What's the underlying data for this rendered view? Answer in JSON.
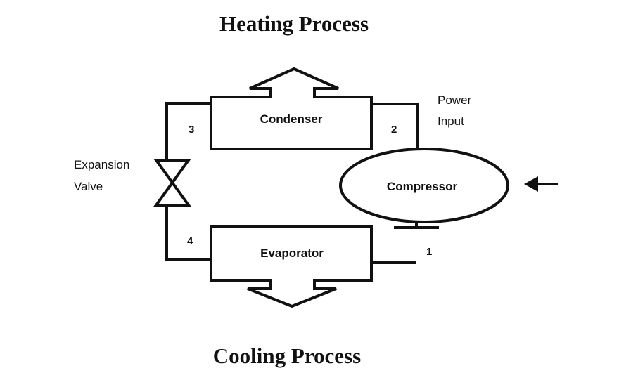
{
  "titles": {
    "top": "Heating Process",
    "bottom": "Cooling Process"
  },
  "components": {
    "condenser": "Condenser",
    "evaporator": "Evaporator",
    "compressor": "Compressor",
    "expansion_valve_line1": "Expansion",
    "expansion_valve_line2": "Valve"
  },
  "annotations": {
    "power_input_line1": "Power",
    "power_input_line2": "Input"
  },
  "state_points": {
    "p1": "1",
    "p2": "2",
    "p3": "3",
    "p4": "4"
  },
  "colors": {
    "line": "#111111",
    "background": "#ffffff"
  }
}
